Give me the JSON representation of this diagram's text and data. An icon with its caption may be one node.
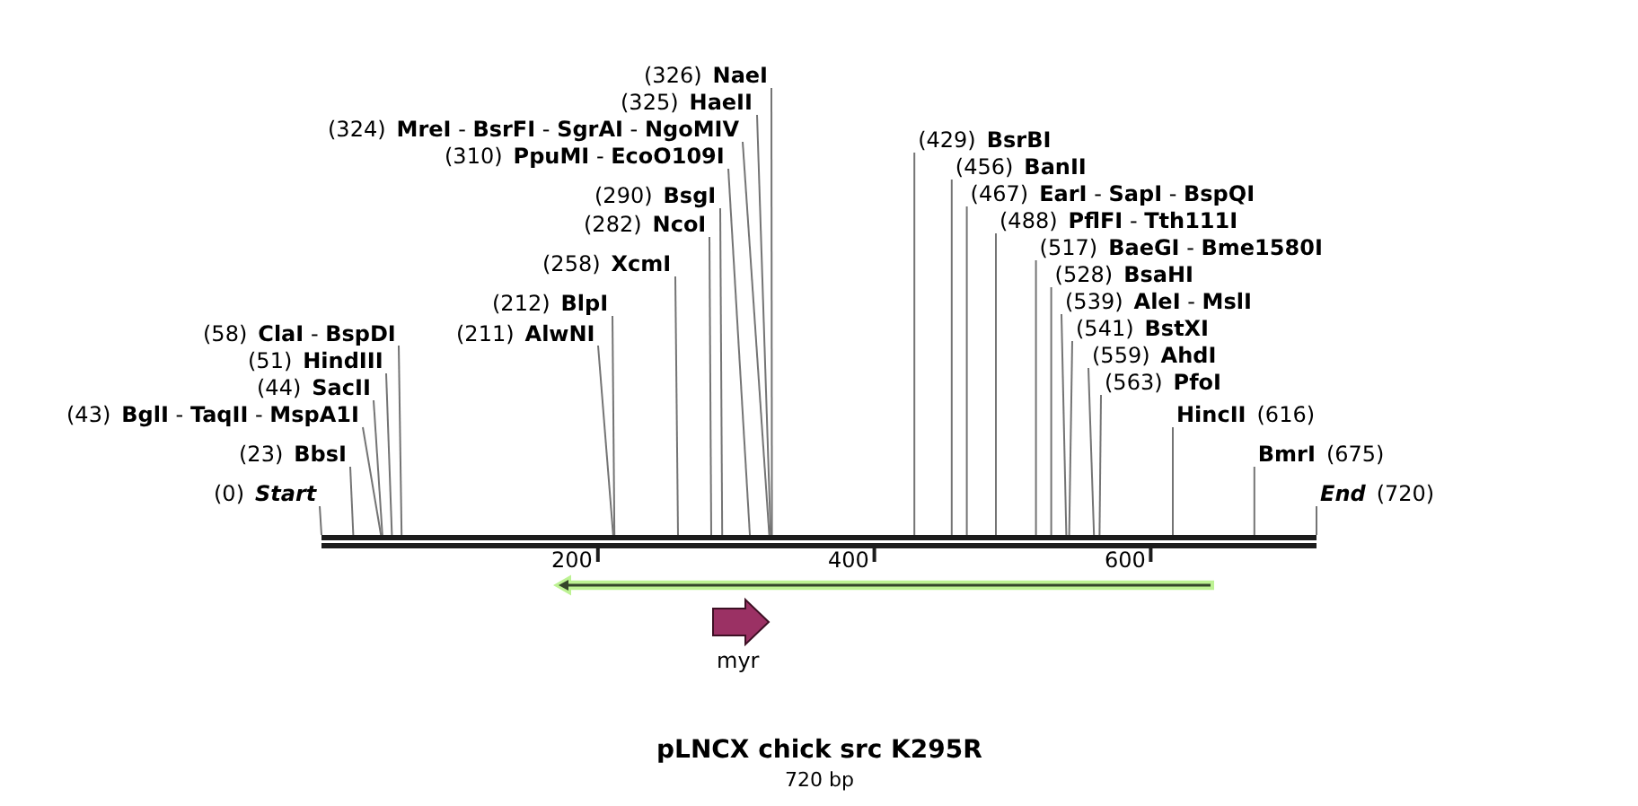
{
  "diagram": {
    "title": "pLNCX chick src K295R",
    "caption": "720 bp",
    "nodes": [
      {
        "text": [
          "(326)",
          "NaeI"
        ]
      },
      {
        "text": [
          "(325)",
          "HaeII"
        ]
      },
      {
        "text": [
          "(324)",
          "**MreI** - **BsrFI** - **SgrAI** - **NgoMIV**"
        ]
      },
      {
        "text": [
          "(310)",
          "**PpuMI** - **EcoO109I**"
        ]
      },
      {
        "text": [
          "(290)",
          "BsgI"
        ]
      },
      {
        "text": [
          "(563)",
          "PfoI"
        ]
      },
      {
        "text": [
          "(282)",
          "NcoI"
        ]
      },
      {
        "text": [
          "(559)",
          "AhdI"
        ]
      },
      {
        "text": [
          "(258)",
          "XcmI"
        ]
      },
      {
        "text": [
          "(541)",
          "BstXI"
        ]
      },
      {
        "text": [
          "(539)",
          "**AleI** - **MslI**"
        ]
      },
      {
        "text": [
          "(212)",
          "BlpI"
        ]
      },
      {
        "text": [
          "(528)",
          "BsaHI"
        ]
      },
      {
        "text": [
          "(58)",
          "**ClaI** - **BspDI**"
        ]
      },
      {
        "text": [
          "(211)",
          "AlwNI"
        ]
      },
      {
        "text": [
          "(517)",
          "**BaeGI** - **Bme1580I**"
        ]
      },
      {
        "text": [
          "(51)",
          "HindIII"
        ]
      },
      {
        "text": [
          "(44)",
          "SacII"
        ]
      },
      {
        "text": [
          "(488)",
          "**PflFI** - **Tth111I**"
        ]
      },
      {
        "text": [
          "(43)",
          "**BglI** - **TaqII** - **MspA1I**"
        ]
      },
      {
        "text": [
          "HincII",
          "(616)"
        ]
      },
      {
        "text": [
          "(467)",
          "**EarI** - **SapI** - **BspQI**"
        ]
      },
      {
        "text": [
          "(23)",
          "BbsI"
        ]
      },
      {
        "text": [
          "(456)",
          "BanII"
        ]
      },
      {
        "text": [
          "BmrI",
          "(675)"
        ]
      },
      {
        "text": [
          "(0)",
          "Start"
        ]
      },
      {
        "text": [
          "(429)",
          "BsrBI"
        ]
      },
      {
        "text": [
          "End",
          "(720)"
        ]
      },
      {
        "text": [],
        "shape": "bar"
      }
    ],
    "edges": [
      {
        "from": 0,
        "to": 28,
        "arrow": "none"
      },
      {
        "from": 1,
        "to": 28,
        "arrow": "none"
      },
      {
        "from": 2,
        "to": 28,
        "arrow": "none"
      },
      {
        "from": 3,
        "to": 28,
        "arrow": "none"
      },
      {
        "from": 4,
        "to": 28,
        "arrow": "none"
      },
      {
        "from": 5,
        "to": 28,
        "arrow": "none"
      },
      {
        "from": 6,
        "to": 28,
        "arrow": "none"
      },
      {
        "from": 7,
        "to": 28,
        "arrow": "none"
      },
      {
        "from": 8,
        "to": 28,
        "arrow": "none"
      },
      {
        "from": 9,
        "to": 28,
        "arrow": "none"
      },
      {
        "from": 10,
        "to": 28,
        "arrow": "none"
      },
      {
        "from": 11,
        "to": 28,
        "arrow": "none"
      },
      {
        "from": 12,
        "to": 28,
        "arrow": "none"
      },
      {
        "from": 13,
        "to": 28,
        "arrow": "none"
      },
      {
        "from": 14,
        "to": 28,
        "arrow": "none"
      },
      {
        "from": 15,
        "to": 28,
        "arrow": "none"
      },
      {
        "from": 16,
        "to": 28,
        "arrow": "none"
      },
      {
        "from": 17,
        "to": 28,
        "arrow": "none"
      },
      {
        "from": 18,
        "to": 28,
        "arrow": "none"
      },
      {
        "from": 19,
        "to": 28,
        "arrow": "none"
      },
      {
        "from": 20,
        "to": 28,
        "arrow": "none"
      },
      {
        "from": 21,
        "to": 28,
        "arrow": "none"
      },
      {
        "from": 22,
        "to": 28,
        "arrow": "none"
      },
      {
        "from": 23,
        "to": 28,
        "arrow": "none"
      },
      {
        "from": 24,
        "to": 28,
        "arrow": "none"
      },
      {
        "from": 25,
        "to": 28,
        "arrow": "none"
      },
      {
        "from": 26,
        "to": 28,
        "arrow": "none"
      },
      {
        "from": 27,
        "to": 28,
        "arrow": "none"
      }
    ],
    "labels": [
      "200",
      "400",
      "600",
      "myr"
    ]
  }
}
